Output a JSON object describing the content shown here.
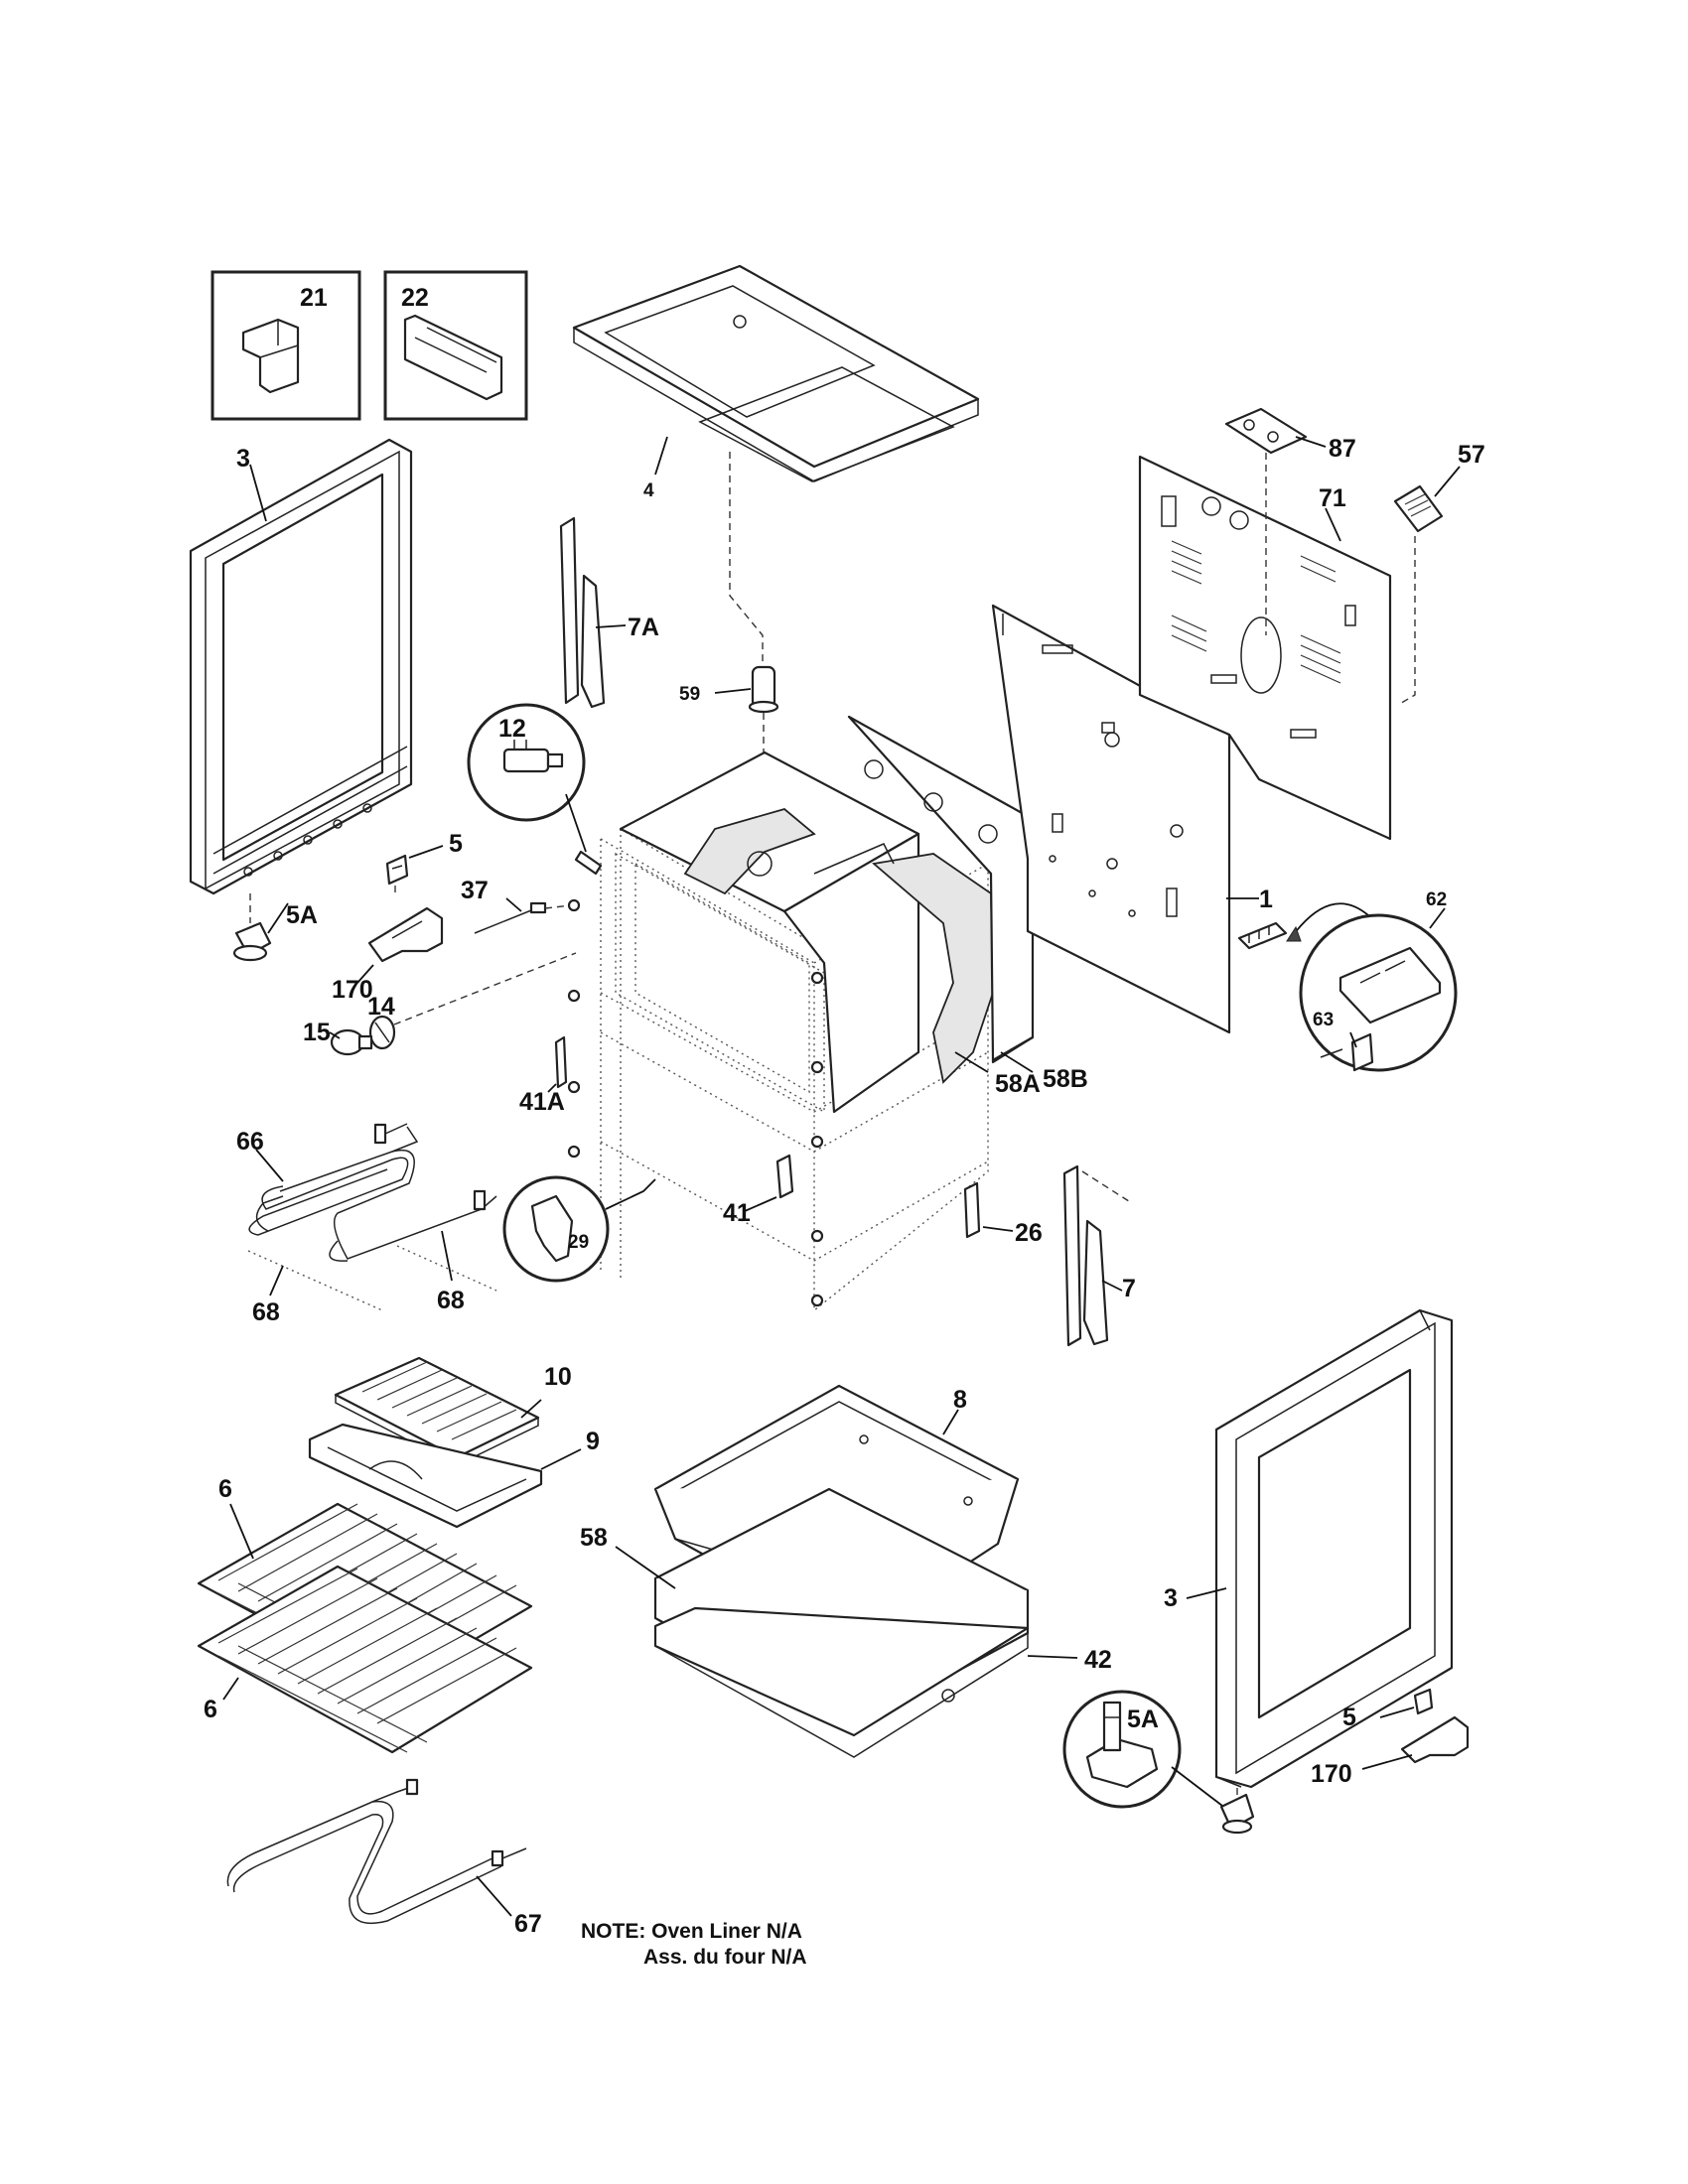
{
  "callouts": {
    "c21": "21",
    "c22": "22",
    "c3a": "3",
    "c4": "4",
    "c87": "87",
    "c57": "57",
    "c71": "71",
    "c7A": "7A",
    "c59": "59",
    "c12": "12",
    "c5a": "5",
    "c37": "37",
    "c5Aa": "5A",
    "c170a": "170",
    "c14": "14",
    "c15": "15",
    "c1": "1",
    "c62": "62",
    "c63": "63",
    "c41A": "41A",
    "c58A": "58A",
    "c58B": "58B",
    "c66": "66",
    "c29": "29",
    "c41": "41",
    "c26": "26",
    "c7": "7",
    "c68a": "68",
    "c68b": "68",
    "c10": "10",
    "c9": "9",
    "c8": "8",
    "c6a": "6",
    "c58": "58",
    "c42": "42",
    "c6b": "6",
    "c3b": "3",
    "c5Ab": "5A",
    "c5b": "5",
    "c170b": "170",
    "c67": "67"
  },
  "note": {
    "line1": "NOTE: Oven Liner N/A",
    "line2": "Ass. du four N/A"
  }
}
